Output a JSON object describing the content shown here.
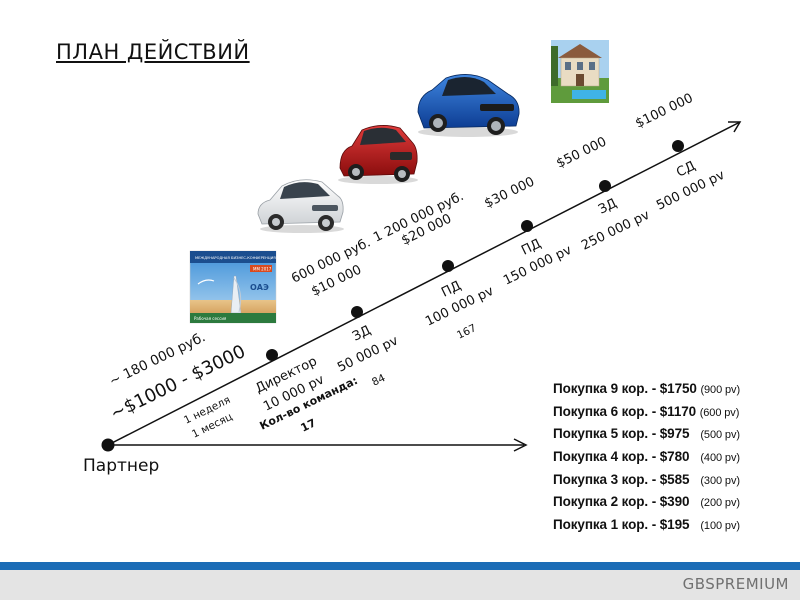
{
  "title": "ПЛАН ДЕЙСТВИЙ",
  "start_label": "Партнер",
  "brand": "GBSPREMIUM",
  "rotated_labels": {
    "income_rub_start": "~ 180 000 руб.",
    "income_usd_start": "~$1000 - $3000",
    "period_week": "1 неделя",
    "period_month": "1 месяц",
    "rank_director": "Директор",
    "pv_director": "10 000 pv",
    "team_size_label": "Кол-во команда:",
    "team_size_value": "17",
    "rank_zd1": "ЗД",
    "pv_zd1": "50 000 pv",
    "count_84": "84",
    "income_rub_600": "600 000 руб.",
    "income_usd_10000": "$10 000",
    "income_rub_1200": "1 200 000 руб.",
    "income_usd_20000": "$20 000",
    "rank_pd1": "ПД",
    "pv_pd1": "100 000 pv",
    "count_167": "167",
    "income_usd_30000": "$30 000",
    "rank_pd2": "ПД",
    "pv_pd2": "150 000 pv",
    "income_usd_50000": "$50 000",
    "rank_zd2": "ЗД",
    "pv_zd2": "250 000 pv",
    "income_usd_100000": "$100 000",
    "rank_sd": "СД",
    "pv_sd": "500 000 pv"
  },
  "purchases": [
    {
      "label": "Покупка  9 кор. - $1750",
      "pv": "(900 pv)"
    },
    {
      "label": "Покупка  6 кор. - $1170",
      "pv": "(600 pv)"
    },
    {
      "label": "Покупка  5 кор. - $975",
      "pv": "(500 pv)"
    },
    {
      "label": "Покупка  4 кор. - $780",
      "pv": "(400 pv)"
    },
    {
      "label": "Покупка  3 кор. - $585",
      "pv": "(300 pv)"
    },
    {
      "label": "Покупка 2 кор. - $390",
      "pv": "(200 pv)"
    },
    {
      "label": "Покупка 1 кор. - $195",
      "pv": "(100 pv)"
    }
  ],
  "brochure": {
    "banner": "МЕЖДУНАРОДНАЯ БИЗНЕС-КОНФЕРЕНЦИЯ ДИРЕКТОРОВ",
    "country": "ОАЭ",
    "tag": "ММ 2017",
    "sub": "Рабочая сессия"
  },
  "images": [
    "brochure-image",
    "white-car-image",
    "red-suv-image",
    "blue-car-image",
    "villa-image"
  ],
  "colors": {
    "footer_bar": "#1b6cb6",
    "footer_gray": "#e4e4e4",
    "brand_text": "#707070",
    "lines": "#111111"
  }
}
